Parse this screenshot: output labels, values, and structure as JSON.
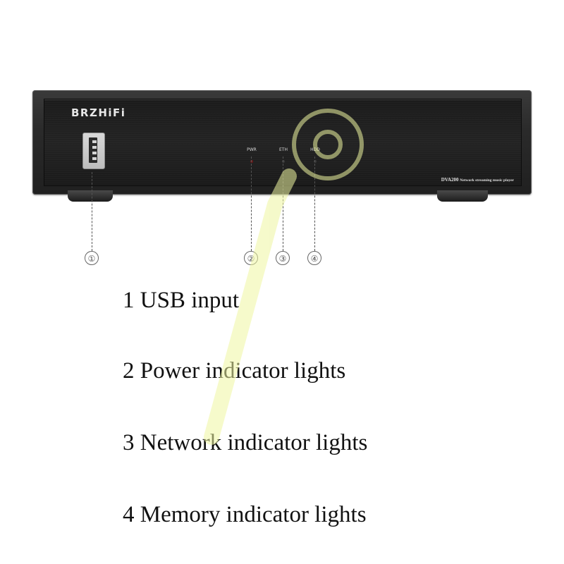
{
  "device": {
    "brand": "BRZHiFi",
    "model": "DVA200",
    "model_subtitle": "Network streaming music player",
    "indicators": [
      {
        "label": "PWR",
        "led_color": "#6a1a1a"
      },
      {
        "label": "ETH",
        "led_color": "#3a3a3a"
      },
      {
        "label": "HDD",
        "led_color": "#3a3a3a"
      }
    ]
  },
  "callouts": [
    "①",
    "②",
    "③",
    "④"
  ],
  "legend": [
    "1 USB input",
    "2 Power indicator lights",
    "3 Network indicator lights",
    "4 Memory indicator lights"
  ],
  "colors": {
    "chassis": "#2a2a2a",
    "text": "#111111",
    "watermark": "#eef5a0"
  }
}
